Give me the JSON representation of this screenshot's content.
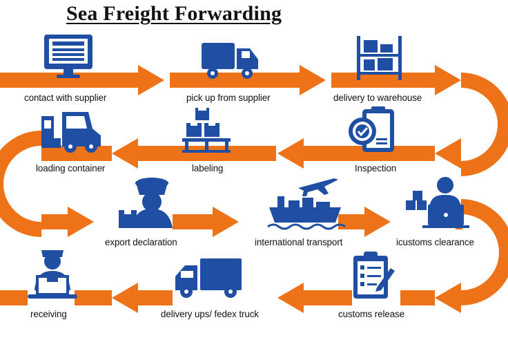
{
  "title": "Sea Freight Forwarding",
  "colors": {
    "arrow": "#ee7318",
    "icon": "#1f4ea3",
    "icon_light": "#ffffff",
    "text": "#111111"
  },
  "steps": [
    {
      "label": "contact with supplier",
      "icon": "computer-monitor-icon"
    },
    {
      "label": "pick up from supplier",
      "icon": "truck-icon"
    },
    {
      "label": "delivery to warehouse",
      "icon": "warehouse-shelf-icon"
    },
    {
      "label": "Inspection",
      "icon": "inspection-clipboard-icon"
    },
    {
      "label": "labeling",
      "icon": "pallet-boxes-icon"
    },
    {
      "label": "loading container",
      "icon": "forklift-icon"
    },
    {
      "label": "export declaration",
      "icon": "customs-officer-icon"
    },
    {
      "label": "international transport",
      "icon": "ship-plane-icon"
    },
    {
      "label": "icustoms clearance",
      "icon": "laptop-worker-icon"
    },
    {
      "label": "customs release",
      "icon": "checklist-icon"
    },
    {
      "label": "delivery ups/ fedex truck",
      "icon": "delivery-truck-icon"
    },
    {
      "label": "receiving",
      "icon": "courier-receiving-icon"
    }
  ]
}
